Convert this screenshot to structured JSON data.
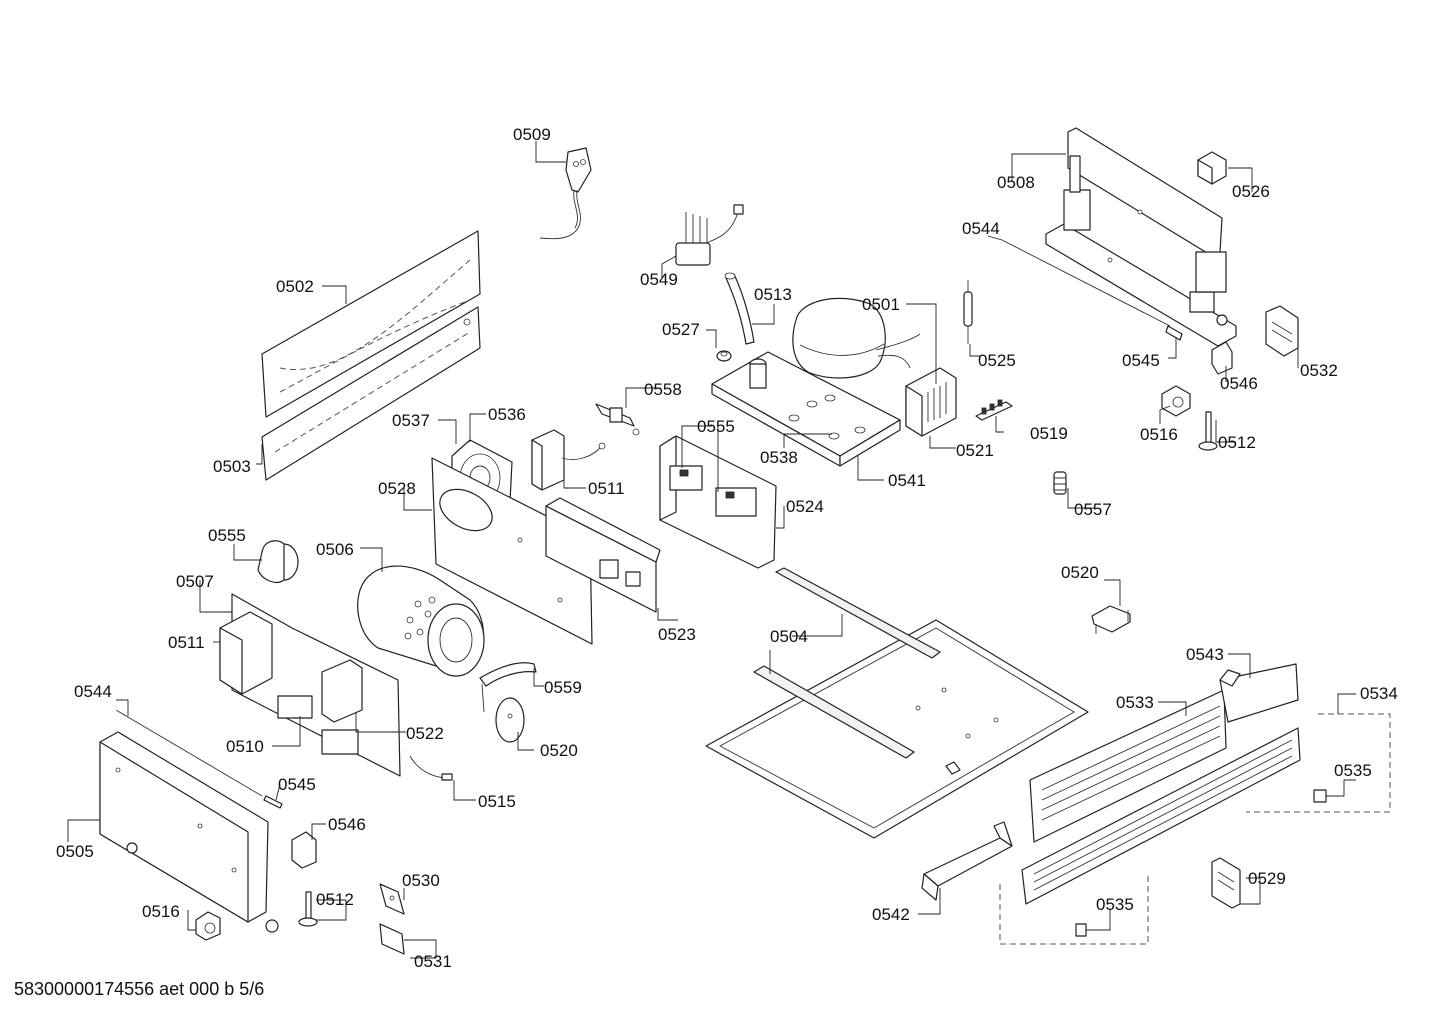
{
  "diagram": {
    "footer_code": "58300000174556 aet 000 b 5/6",
    "callouts": [
      {
        "id": "c0509",
        "label": "0509"
      },
      {
        "id": "c0502",
        "label": "0502"
      },
      {
        "id": "c0503",
        "label": "0503"
      },
      {
        "id": "c0549",
        "label": "0549"
      },
      {
        "id": "c0513",
        "label": "0513"
      },
      {
        "id": "c0527",
        "label": "0527"
      },
      {
        "id": "c0501",
        "label": "0501"
      },
      {
        "id": "c0558",
        "label": "0558"
      },
      {
        "id": "c0537",
        "label": "0537"
      },
      {
        "id": "c0536",
        "label": "0536"
      },
      {
        "id": "c0555a",
        "label": "0555"
      },
      {
        "id": "c0538",
        "label": "0538"
      },
      {
        "id": "c0541",
        "label": "0541"
      },
      {
        "id": "c0521",
        "label": "0521"
      },
      {
        "id": "c0519",
        "label": "0519"
      },
      {
        "id": "c0525",
        "label": "0525"
      },
      {
        "id": "c0508",
        "label": "0508"
      },
      {
        "id": "c0526",
        "label": "0526"
      },
      {
        "id": "c0544a",
        "label": "0544"
      },
      {
        "id": "c0545a",
        "label": "0545"
      },
      {
        "id": "c0546a",
        "label": "0546"
      },
      {
        "id": "c0532",
        "label": "0532"
      },
      {
        "id": "c0516a",
        "label": "0516"
      },
      {
        "id": "c0512a",
        "label": "0512"
      },
      {
        "id": "c0557",
        "label": "0557"
      },
      {
        "id": "c0511a",
        "label": "0511"
      },
      {
        "id": "c0528",
        "label": "0528"
      },
      {
        "id": "c0524",
        "label": "0524"
      },
      {
        "id": "c0555b",
        "label": "0555"
      },
      {
        "id": "c0506",
        "label": "0506"
      },
      {
        "id": "c0507",
        "label": "0507"
      },
      {
        "id": "c0523",
        "label": "0523"
      },
      {
        "id": "c0511b",
        "label": "0511"
      },
      {
        "id": "c0504",
        "label": "0504"
      },
      {
        "id": "c0520a",
        "label": "0520"
      },
      {
        "id": "c0559",
        "label": "0559"
      },
      {
        "id": "c0520b",
        "label": "0520"
      },
      {
        "id": "c0543",
        "label": "0543"
      },
      {
        "id": "c0533",
        "label": "0533"
      },
      {
        "id": "c0534",
        "label": "0534"
      },
      {
        "id": "c0544b",
        "label": "0544"
      },
      {
        "id": "c0522",
        "label": "0522"
      },
      {
        "id": "c0510",
        "label": "0510"
      },
      {
        "id": "c0535a",
        "label": "0535"
      },
      {
        "id": "c0545b",
        "label": "0545"
      },
      {
        "id": "c0515",
        "label": "0515"
      },
      {
        "id": "c0505",
        "label": "0505"
      },
      {
        "id": "c0546b",
        "label": "0546"
      },
      {
        "id": "c0530",
        "label": "0530"
      },
      {
        "id": "c0512b",
        "label": "0512"
      },
      {
        "id": "c0516b",
        "label": "0516"
      },
      {
        "id": "c0529",
        "label": "0529"
      },
      {
        "id": "c0542",
        "label": "0542"
      },
      {
        "id": "c0535b",
        "label": "0535"
      },
      {
        "id": "c0531",
        "label": "0531"
      }
    ]
  }
}
